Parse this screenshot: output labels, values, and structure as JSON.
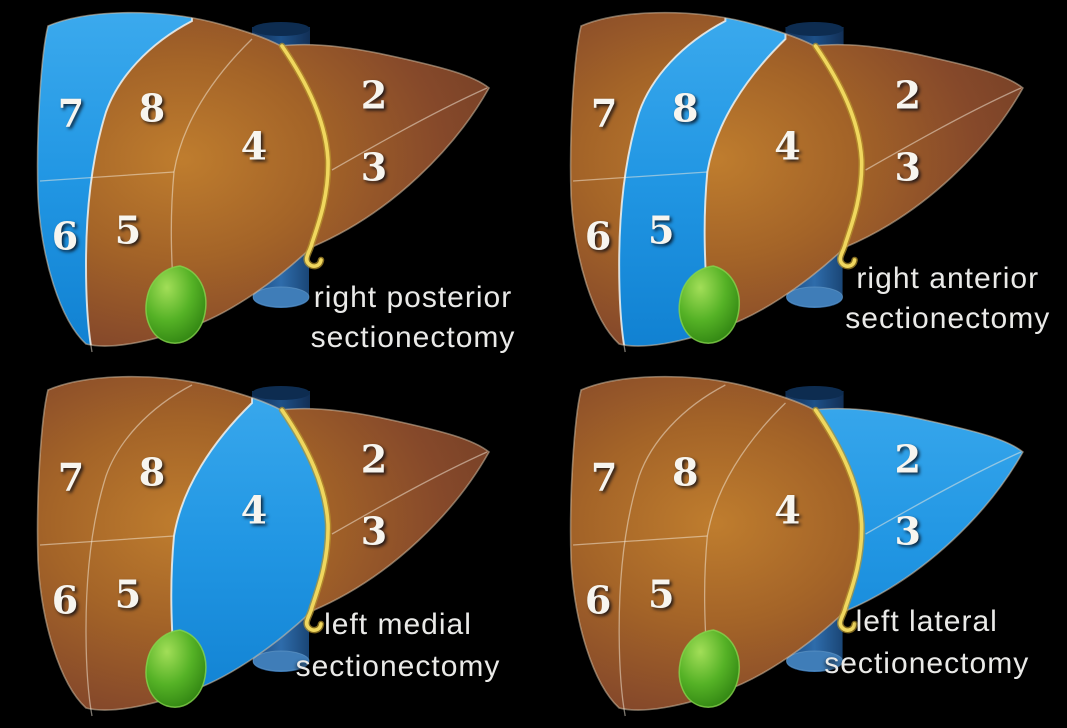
{
  "figure": {
    "background": "#000000",
    "panels": [
      {
        "name": "right-posterior-sectionectomy",
        "caption_line1": "right posterior",
        "caption_line2": "sectionectomy",
        "highlight_region": "posterior",
        "highlighted_segments": [
          "6",
          "7"
        ]
      },
      {
        "name": "right-anterior-sectionectomy",
        "caption_line1": "right anterior",
        "caption_line2": "sectionectomy",
        "highlight_region": "anterior",
        "highlighted_segments": [
          "5",
          "8"
        ]
      },
      {
        "name": "left-medial-sectionectomy",
        "caption_line1": "left medial",
        "caption_line2": "sectionectomy",
        "highlight_region": "medial",
        "highlighted_segments": [
          "4"
        ]
      },
      {
        "name": "left-lateral-sectionectomy",
        "caption_line1": "left lateral",
        "caption_line2": "sectionectomy",
        "highlight_region": "lateral",
        "highlighted_segments": [
          "2",
          "3"
        ]
      }
    ],
    "segment_labels": {
      "s2": "2",
      "s3": "3",
      "s4": "4",
      "s5": "5",
      "s6": "6",
      "s7": "7",
      "s8": "8"
    },
    "colors": {
      "highlight_blue": "#2196e3",
      "liver_brown": "#8a4f2b",
      "liver_glow": "#bf7d2e",
      "gallbladder_green": "#55b226",
      "vena_cava_blue": "#2e6cab",
      "ligament_yellow": "#ecd052",
      "divider_line": "#f7eedd",
      "caption_text": "#eaeae8",
      "segment_number_text": "#f7f5ef"
    }
  }
}
